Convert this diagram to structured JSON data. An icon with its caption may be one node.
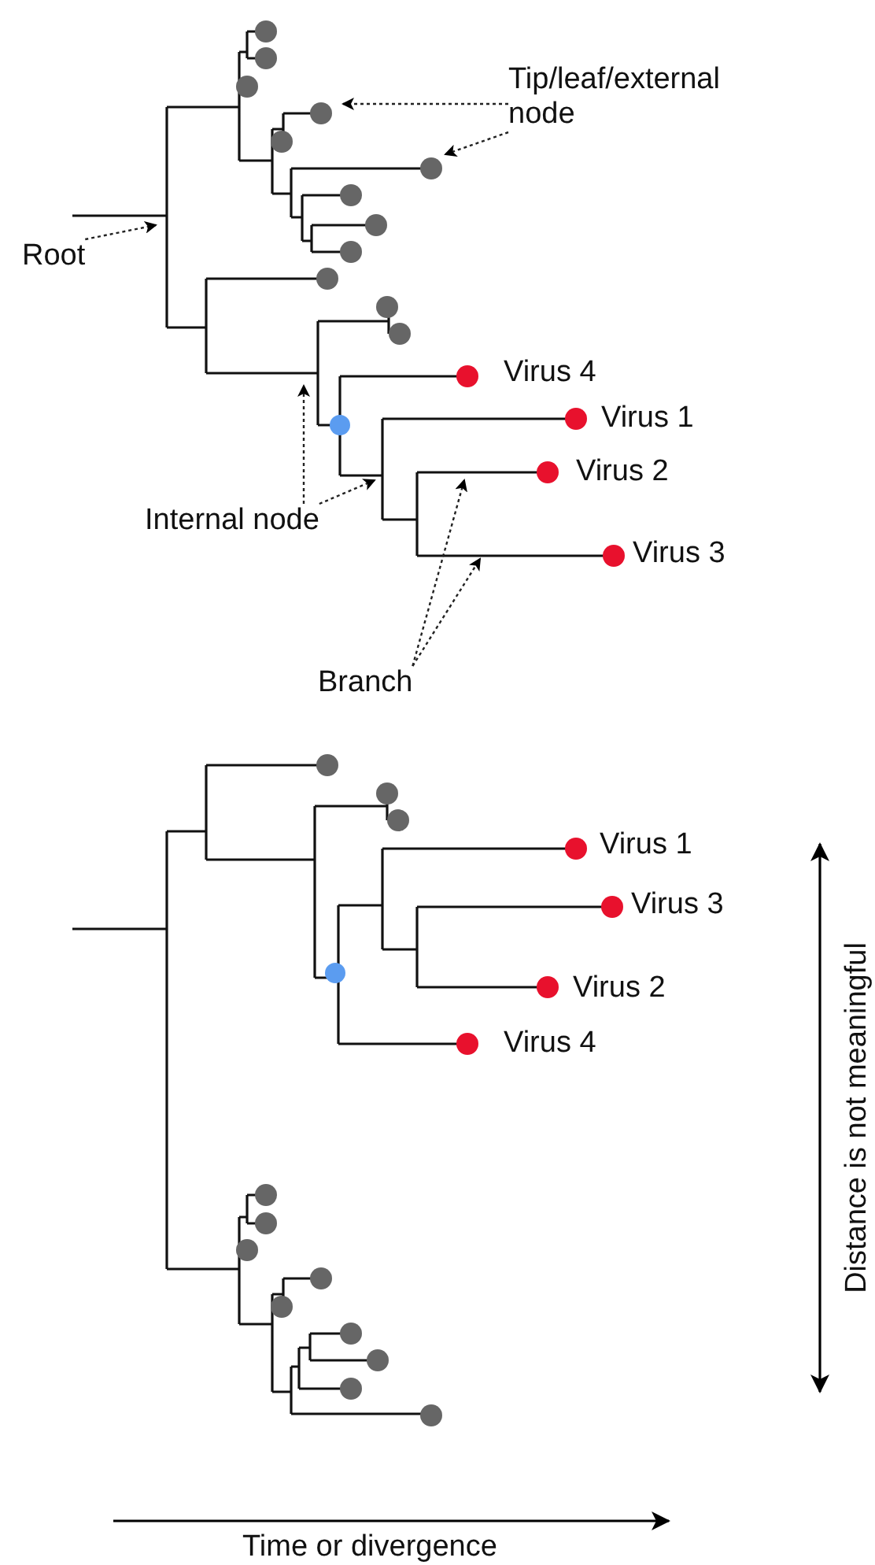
{
  "diagram": {
    "nodes": [
      {
        "text": [
          "Tip/leaf/external node"
        ]
      },
      {
        "text": [
          "Root"
        ]
      },
      {
        "text": [
          "Internal node"
        ]
      },
      {
        "text": [
          "Branch"
        ]
      }
    ],
    "edges": [
      {
        "from": 0,
        "to": null,
        "arrow": "to",
        "style": "dashed"
      },
      {
        "from": 0,
        "to": null,
        "arrow": "to",
        "style": "dashed"
      },
      {
        "from": 1,
        "to": null,
        "arrow": "to",
        "style": "dashed"
      },
      {
        "from": 2,
        "to": null,
        "arrow": "to",
        "style": "dashed"
      },
      {
        "from": 2,
        "to": null,
        "arrow": "to",
        "style": "dashed"
      },
      {
        "from": 3,
        "to": null,
        "arrow": "to",
        "style": "dashed"
      },
      {
        "from": 3,
        "to": null,
        "arrow": "to",
        "style": "dashed"
      }
    ],
    "labels": [
      "Virus 4",
      "Virus 1",
      "Virus 2",
      "Virus 3",
      "Virus 1",
      "Virus 3",
      "Virus 2",
      "Virus 4",
      "Distance is not meaningful",
      "Time or divergence"
    ]
  }
}
